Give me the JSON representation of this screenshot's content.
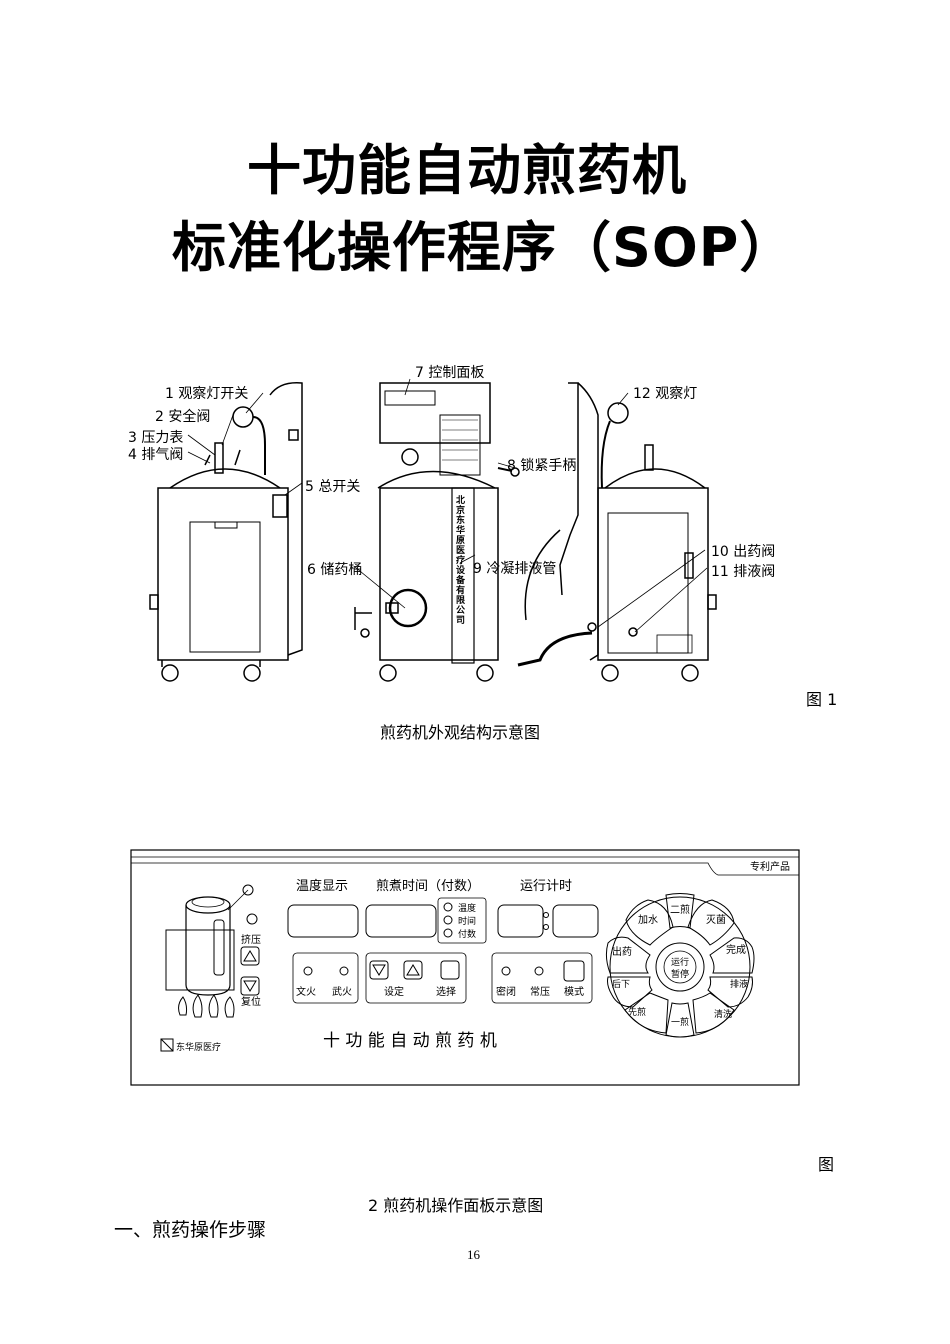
{
  "document": {
    "title_line1": "十功能自动煎药机",
    "title_line2": "标准化操作程序（SOP）",
    "figure1": {
      "labels": {
        "l1": "1 观察灯开关",
        "l2": "2 安全阀",
        "l3": "3 压力表",
        "l4": "4 排气阀",
        "l5": "5 总开关",
        "l6": "6 储药桶",
        "l7": "7 控制面板",
        "l8": "8 锁紧手柄",
        "l9": "9 冷凝排液管",
        "l10": "10 出药阀",
        "l11": "11 排液阀",
        "l12": "12 观察灯"
      },
      "company_vertical": "北京东华原医疗设备有限公司",
      "number": "图 1",
      "caption": "煎药机外观结构示意图"
    },
    "figure2": {
      "panel": {
        "patent": "专利产品",
        "temp_display": "温度显示",
        "boil_time": "煎煮时间（付数）",
        "run_timer": "运行计时",
        "ind_temp": "温度",
        "ind_time": "时间",
        "ind_count": "付数",
        "squeeze": "挤压",
        "reset": "复位",
        "wenhuo": "文火",
        "wuhuo": "武火",
        "set": "设定",
        "select": "选择",
        "sealed": "密闭",
        "normal": "常压",
        "mode": "模式",
        "machine_name": "十 功 能 自 动 煎 药 机",
        "brand": "东华原医疗",
        "wheel": {
          "add_water": "加水",
          "second_boil": "二煎",
          "sterilize": "灭菌",
          "dispense": "出药",
          "complete": "完成",
          "later": "后下",
          "drain": "排液",
          "first": "先煎",
          "clean": "清洗",
          "first_boil": "一煎",
          "run": "运行",
          "pause": "暂停"
        }
      },
      "number": "图",
      "caption": "2 煎药机操作面板示意图"
    },
    "section_heading": "一、煎药操作步骤",
    "page_number": "16"
  }
}
